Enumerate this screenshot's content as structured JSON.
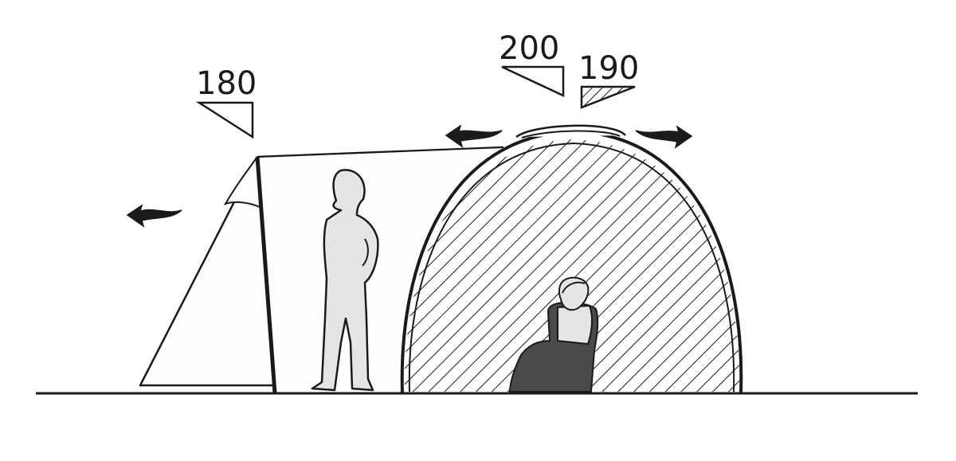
{
  "diagram": {
    "dimensions": [
      {
        "id": "front-height",
        "label": "180"
      },
      {
        "id": "overall-height",
        "label": "200"
      },
      {
        "id": "bedroom-height",
        "label": "190"
      }
    ],
    "icons": [
      "ventilation-arrow-left-icon",
      "ventilation-arrow-top-left-icon",
      "ventilation-arrow-top-right-icon",
      "standing-person-icon",
      "seated-person-icon"
    ],
    "colors": {
      "stroke": "#1a1a1a",
      "person_fill": "#e4e6e5",
      "seated_fill": "#4a4a4a",
      "hatch": "#1a1a1a"
    }
  }
}
